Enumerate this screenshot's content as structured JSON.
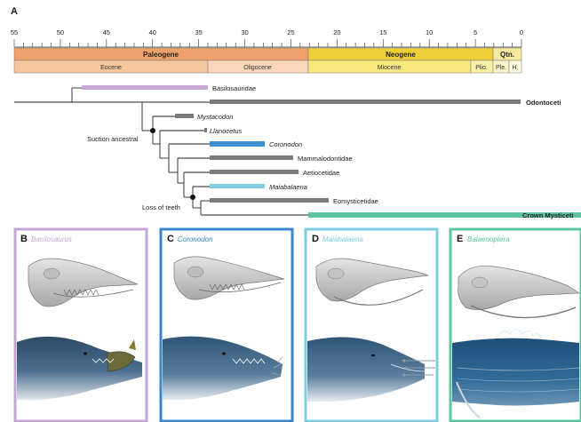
{
  "panel_a": {
    "letter": "A",
    "ticks": [
      "55",
      "50",
      "45",
      "40",
      "35",
      "30",
      "25",
      "20",
      "15",
      "10",
      "5",
      "0"
    ],
    "periods": [
      {
        "label": "Paleogene",
        "color": "#f0a06a"
      },
      {
        "label": "Neogene",
        "color": "#f0cf3c"
      },
      {
        "label": "Qtn.",
        "color": "#f7eaa0"
      }
    ],
    "epochs": [
      {
        "label": "Eocene",
        "color": "#f6c69c"
      },
      {
        "label": "Oligocene",
        "color": "#f9d7b8"
      },
      {
        "label": "Miocene",
        "color": "#fae97c"
      },
      {
        "label": "Plio.",
        "color": "#fbf0a8"
      },
      {
        "label": "Ple.",
        "color": "#fcf5cc"
      },
      {
        "label": "H.",
        "color": "#fdf8de"
      }
    ]
  },
  "tree": {
    "taxa": [
      {
        "label": "Basilosauridae",
        "italic": false,
        "color": "#c9a8d8"
      },
      {
        "label": "Odontoceti",
        "italic": false,
        "bold": true,
        "color": "#7b7b7b"
      },
      {
        "label": "Mystacodon",
        "italic": true,
        "color": "#7b7b7b"
      },
      {
        "label": "Llanocetus",
        "italic": true,
        "color": "#7b7b7b"
      },
      {
        "label": "Coronodon",
        "italic": true,
        "color": "#3e8fd0"
      },
      {
        "label": "Mammalodontidae",
        "italic": false,
        "color": "#7b7b7b"
      },
      {
        "label": "Aetiocetidae",
        "italic": false,
        "color": "#7b7b7b"
      },
      {
        "label": "Maiabalaena",
        "italic": true,
        "color": "#7fcfe0"
      },
      {
        "label": "Eomysticetidae",
        "italic": false,
        "color": "#7b7b7b"
      },
      {
        "label": "Crown Mysticeti",
        "italic": false,
        "bold": true,
        "color": "#5dc4a0"
      }
    ],
    "nodes": [
      {
        "label": "Suction ancestral"
      },
      {
        "label": "Loss of teeth"
      }
    ]
  },
  "panels": [
    {
      "letter": "B",
      "title": "Basilosaurus",
      "color": "#c4a6d6"
    },
    {
      "letter": "C",
      "title": "Coronodon",
      "color": "#3a86c8"
    },
    {
      "letter": "D",
      "title": "Maiabalaena",
      "color": "#7fcde0"
    },
    {
      "letter": "E",
      "title": "Balaenoptera",
      "color": "#5dc4a0"
    }
  ]
}
